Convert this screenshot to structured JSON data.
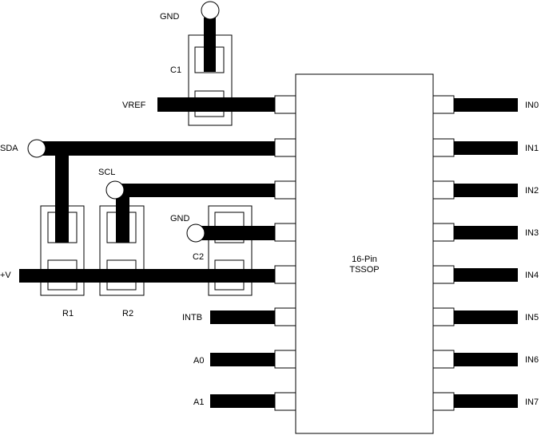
{
  "chip": {
    "line1": "16-Pin",
    "line2": "TSSOP",
    "left_pins": [
      "VREF",
      "SDA",
      "SCL",
      "GND",
      "+V",
      "INTB",
      "A0",
      "A1"
    ],
    "right_pins": [
      "IN0",
      "IN1",
      "IN2",
      "IN3",
      "IN4",
      "IN5",
      "IN6",
      "IN7"
    ]
  },
  "components": {
    "c1": "C1",
    "c2": "C2",
    "r1": "R1",
    "r2": "R2"
  },
  "nets": {
    "gnd_top": "GND",
    "gnd_c2": "GND",
    "sda": "SDA",
    "scl": "SCL",
    "vplus": "+V",
    "vref": "VREF",
    "intb": "INTB",
    "a0": "A0",
    "a1": "A1"
  },
  "colors": {
    "trace": "#000000",
    "outline": "#000000",
    "background": "#ffffff"
  }
}
